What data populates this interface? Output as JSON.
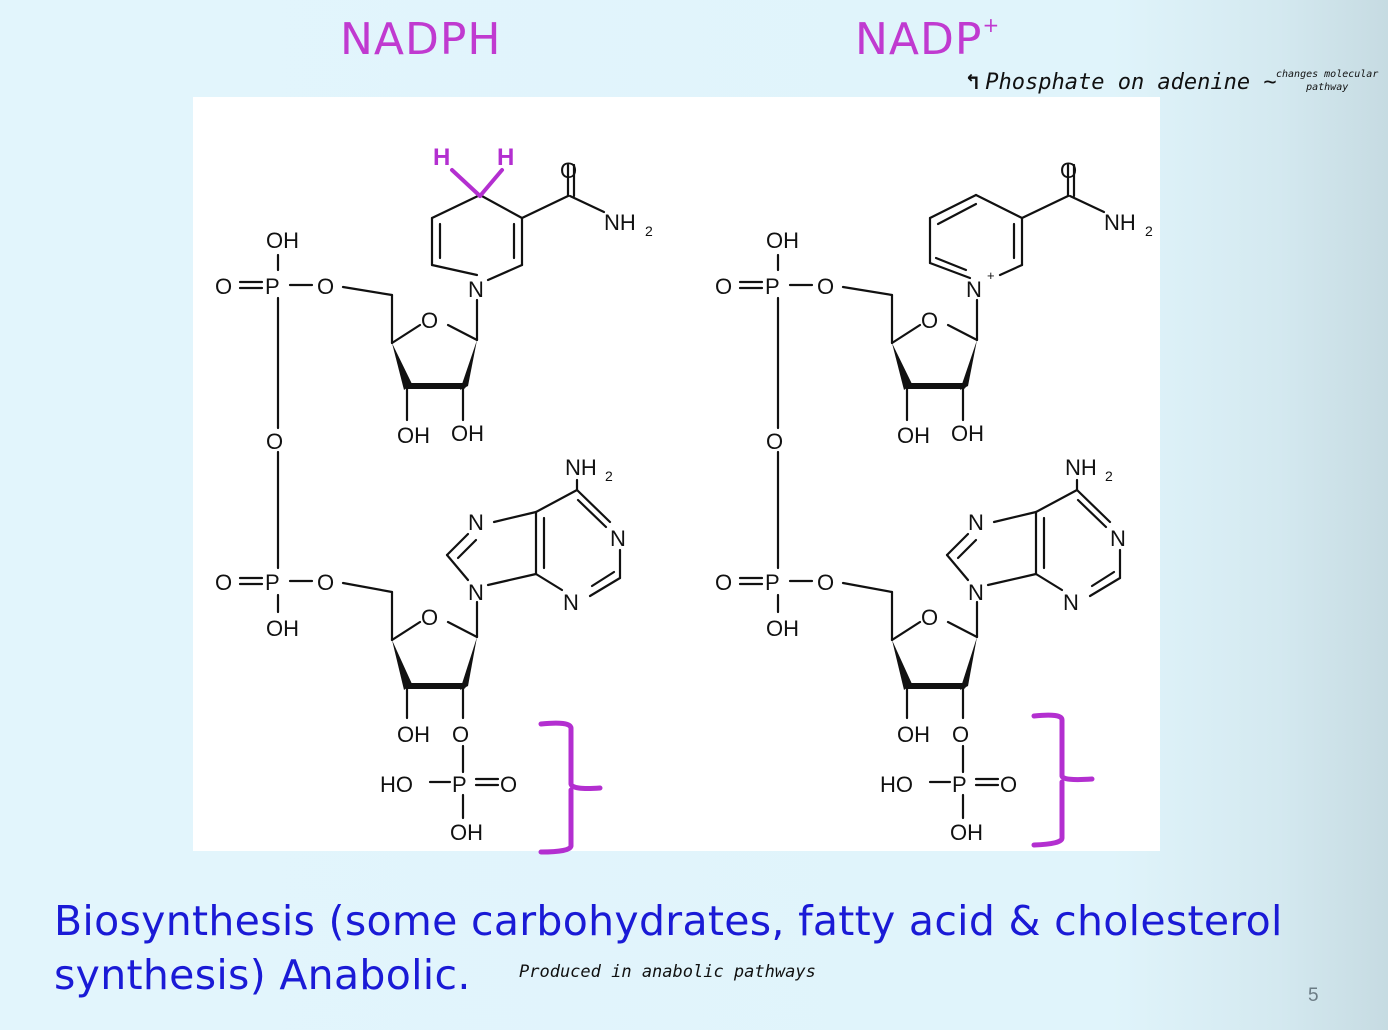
{
  "slide": {
    "titles": {
      "left": {
        "text": "NADPH",
        "sup": ""
      },
      "right": {
        "text": "NADP",
        "sup": "+"
      }
    },
    "annotations": {
      "phosphate_arrow": "↰",
      "phosphate_note": "Phosphate  on adenine ~",
      "changes_note_line1": "changes molecular",
      "changes_note_line2": "pathway",
      "produced_note": "Produced  in  anabolic  pathways"
    },
    "body_text": "Biosynthesis (some carbohydrates, fatty acid & cholesterol synthesis)  Anabolic.",
    "slide_number": "5",
    "colors": {
      "title": "#c03ad0",
      "body": "#1a1ad6",
      "highlight": "#b32fd0",
      "background": "#e0f4fb"
    }
  },
  "structures": {
    "labels": {
      "OH": "OH",
      "O": "O",
      "P": "P",
      "N": "N",
      "NH": "NH",
      "two": "2",
      "HO": "HO",
      "H": "H",
      "plus": "+"
    },
    "molecules": [
      {
        "name": "NADPH",
        "ring_label": "N",
        "hydrogens": [
          "H",
          "H"
        ]
      },
      {
        "name": "NADP+",
        "ring_label": "N",
        "charge": "+"
      }
    ]
  }
}
